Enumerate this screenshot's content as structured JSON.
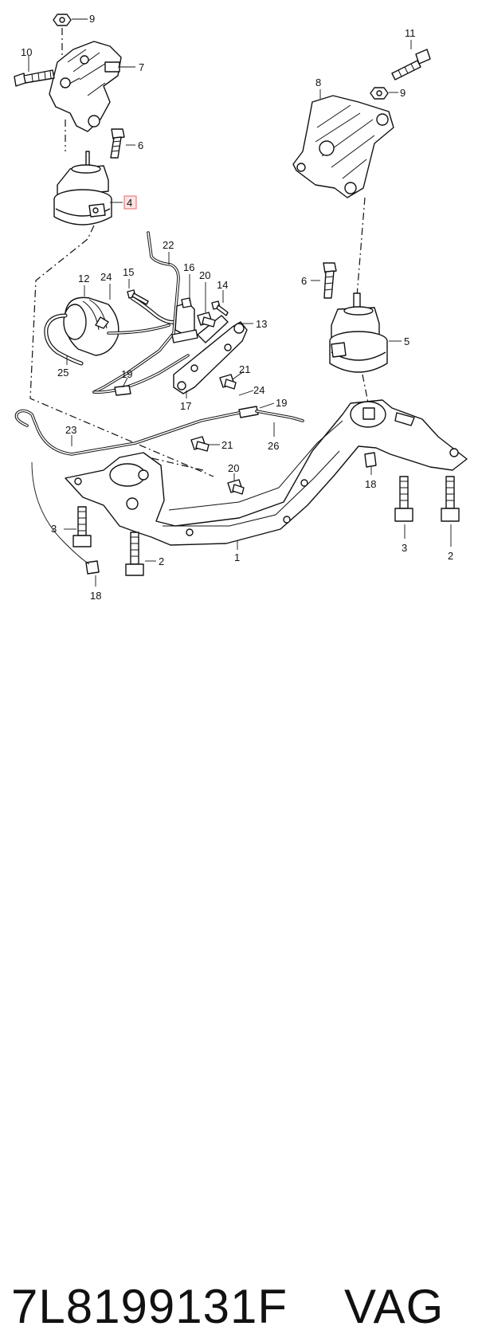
{
  "diagram": {
    "callouts": {
      "c1": "1",
      "c2a": "2",
      "c2b": "2",
      "c3a": "3",
      "c3b": "3",
      "c4": "4",
      "c5": "5",
      "c6a": "6",
      "c6b": "6",
      "c7": "7",
      "c8": "8",
      "c9a": "9",
      "c9b": "9",
      "c10": "10",
      "c11": "11",
      "c12": "12",
      "c13": "13",
      "c14": "14",
      "c15": "15",
      "c16": "16",
      "c17": "17",
      "c18a": "18",
      "c18b": "18",
      "c19a": "19",
      "c19b": "19",
      "c20a": "20",
      "c20b": "20",
      "c21a": "21",
      "c21b": "21",
      "c22": "22",
      "c23": "23",
      "c24a": "24",
      "c24b": "24",
      "c25": "25",
      "c26": "26"
    },
    "highlighted_callout": "4"
  },
  "caption": {
    "part_number": "7L8199131F",
    "brand": "VAG"
  }
}
